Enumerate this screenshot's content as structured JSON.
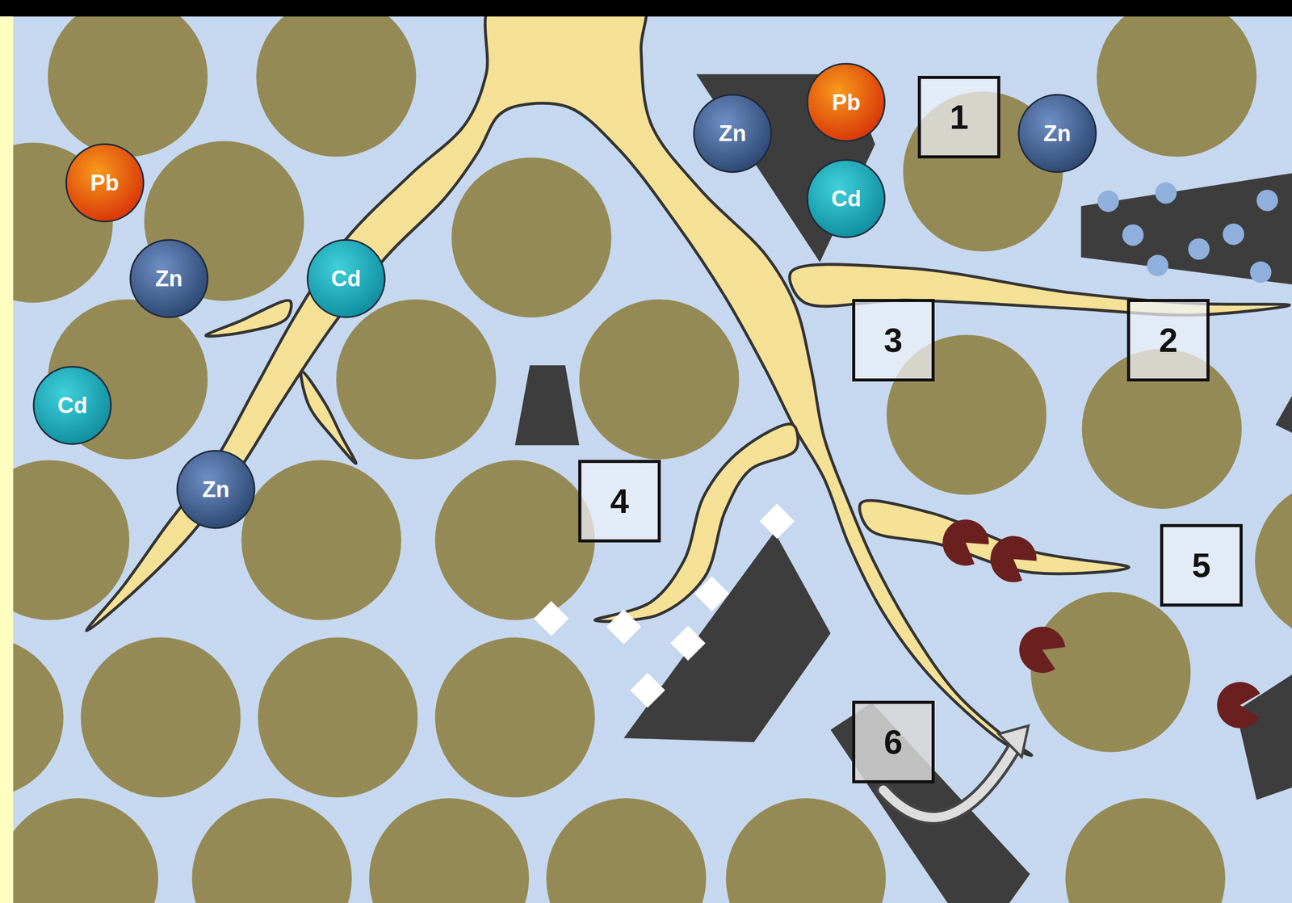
{
  "diagram": {
    "nodes": [
      {
        "text": [
          "Zn"
        ]
      },
      {
        "text": [
          "Pb"
        ]
      },
      {
        "text": [
          "1"
        ]
      },
      {
        "text": [
          "Zn"
        ]
      },
      {
        "text": [
          "Pb"
        ]
      },
      {
        "text": [
          "Cd"
        ]
      },
      {
        "text": [
          "Zn"
        ]
      },
      {
        "text": [
          "Cd"
        ]
      },
      {
        "text": [
          "3"
        ]
      },
      {
        "text": [
          "2"
        ]
      },
      {
        "text": [
          "Cd"
        ]
      },
      {
        "text": [
          "Zn"
        ]
      },
      {
        "text": [
          "4"
        ]
      },
      {
        "text": [
          "5"
        ]
      },
      {
        "text": [
          "6"
        ]
      }
    ]
  }
}
